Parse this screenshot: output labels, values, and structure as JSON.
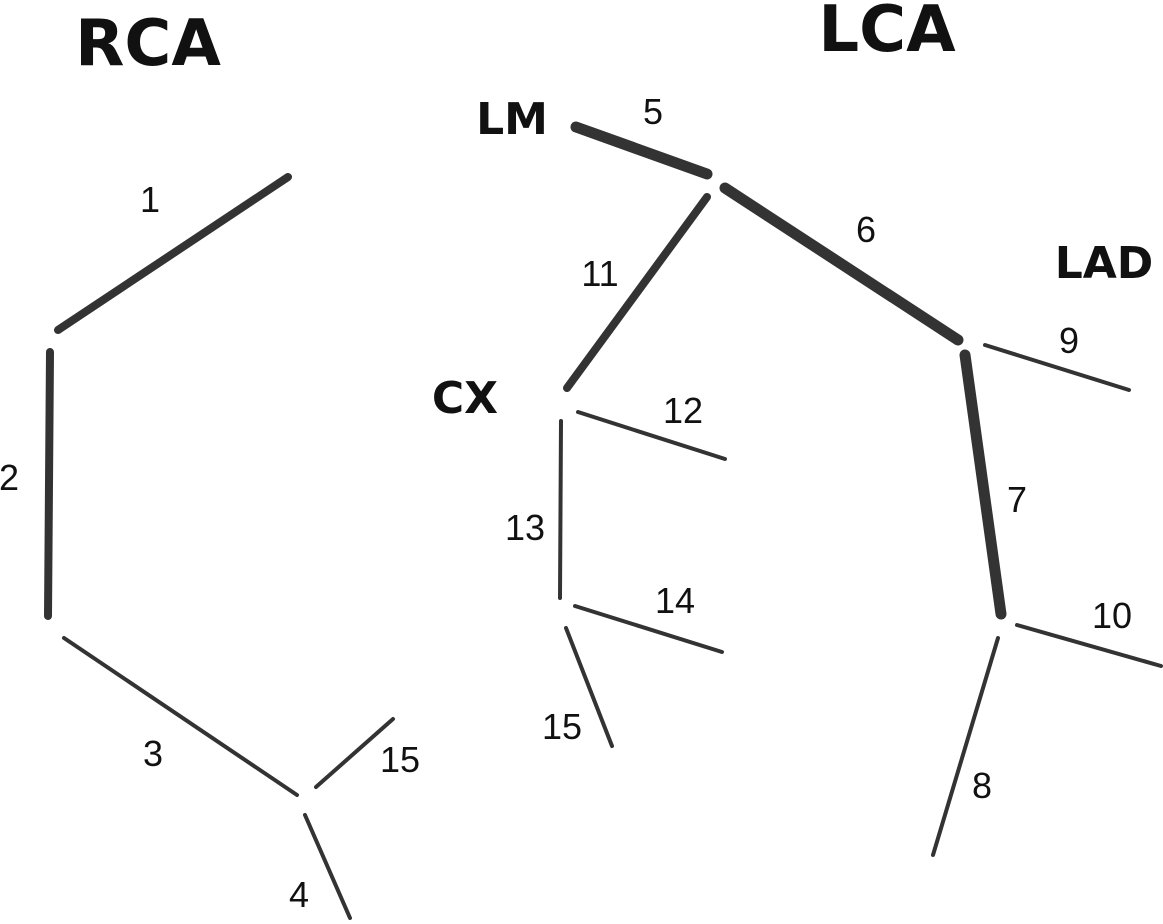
{
  "titles": {
    "rca": "RCA",
    "lca": "LCA"
  },
  "branches": {
    "lm": "LM",
    "lad": "LAD",
    "cx": "CX"
  },
  "segments": {
    "s1": "1",
    "s2": "2",
    "s3": "3",
    "s4": "4",
    "s15_rca": "15",
    "s5": "5",
    "s6": "6",
    "s7": "7",
    "s8": "8",
    "s9": "9",
    "s10": "10",
    "s11": "11",
    "s12": "12",
    "s13": "13",
    "s14": "14",
    "s15_lca": "15"
  },
  "colors": {
    "line": "#333333",
    "text": "#111111",
    "background": "#ffffff"
  }
}
